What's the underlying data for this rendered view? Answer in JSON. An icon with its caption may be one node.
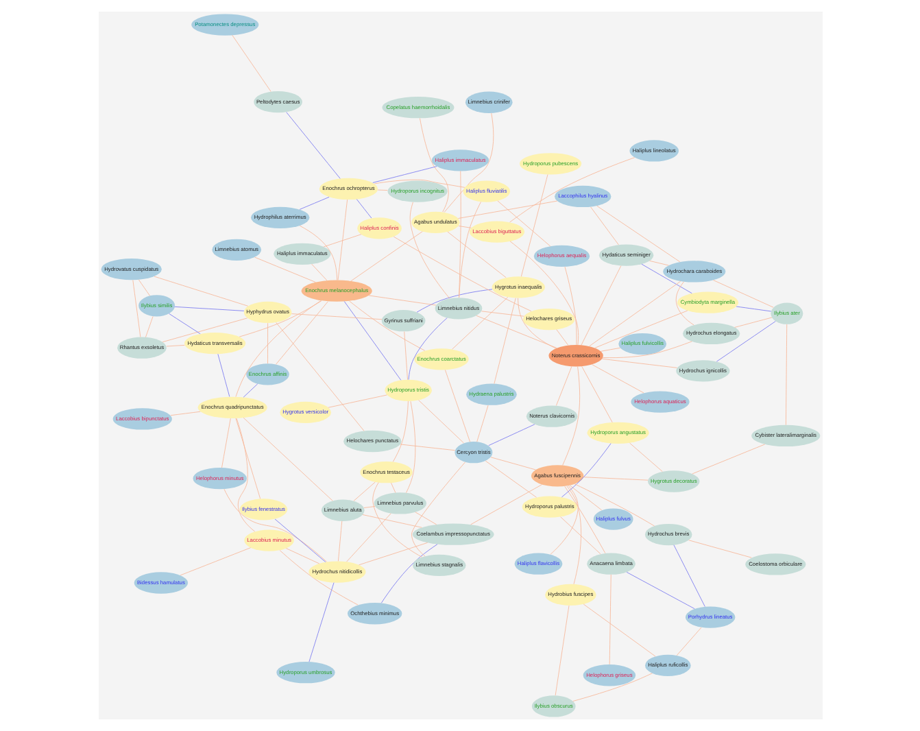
{
  "diagram": {
    "nodes": [
      {
        "text": [
          "Bidessus hamulatus"
        ]
      },
      {
        "text": [
          "Laccobius minutus"
        ]
      },
      {
        "text": [
          "Haliplus flavicollis"
        ]
      },
      {
        "text": [
          "Haliplus fulvus"
        ]
      },
      {
        "text": [
          "Limnebius aluta"
        ]
      },
      {
        "text": [
          "Ochthebius minimus"
        ]
      },
      {
        "text": [
          "Hydroporus umbrosus"
        ]
      },
      {
        "text": [
          "Anacaena limbata"
        ]
      },
      {
        "text": [
          "Ilybius obscurus"
        ]
      },
      {
        "text": [
          "Helophorus aquaticus"
        ]
      },
      {
        "text": [
          "Helophorus griseus"
        ]
      },
      {
        "text": [
          "Limnebius parvulus"
        ]
      },
      {
        "text": [
          "Coelambus impressopunctatus"
        ]
      },
      {
        "text": [
          "Laccobius bipunctatus"
        ]
      },
      {
        "text": [
          "Helophorus minutus"
        ]
      },
      {
        "text": [
          "Haliplus ruficollis"
        ]
      },
      {
        "text": [
          "Porhydrus lineatus"
        ]
      },
      {
        "text": [
          "Hydrochus nitidicollis"
        ]
      },
      {
        "text": [
          "Hygrotus versicolor"
        ]
      },
      {
        "text": [
          "Ilybius fenestratus"
        ]
      },
      {
        "text": [
          "Enochrus quadripunctatus"
        ]
      },
      {
        "text": [
          "Hydroporus angustatus"
        ]
      },
      {
        "text": [
          "Hydroporus palustris"
        ]
      },
      {
        "text": [
          "Coelostoma orbiculare"
        ]
      },
      {
        "text": [
          "Hydrochus brevis"
        ]
      },
      {
        "text": [
          "Hydroporus pubescens"
        ]
      },
      {
        "text": [
          "Limnebius stagnalis"
        ]
      },
      {
        "text": [
          "Enochrus testaceus"
        ]
      },
      {
        "text": [
          "Helochares punctatus"
        ]
      },
      {
        "text": [
          "Hydrobius fuscipes"
        ]
      },
      {
        "text": [
          "Agabus fuscipennis"
        ]
      },
      {
        "text": [
          "Cercyon tristis"
        ]
      },
      {
        "text": [
          "Enochrus coarctatus"
        ]
      },
      {
        "text": [
          "Hydroporus tristis"
        ]
      },
      {
        "text": [
          "Gyrinus suffriani"
        ]
      },
      {
        "text": [
          "Noterus clavicornis"
        ]
      },
      {
        "text": [
          "Hygrotus inaequalis"
        ]
      },
      {
        "text": [
          "Noterus crassicornis"
        ]
      },
      {
        "text": [
          "Limnebius nitidus"
        ]
      },
      {
        "text": [
          "Helochares griseus"
        ]
      },
      {
        "text": [
          "Hydraena palustris"
        ]
      },
      {
        "text": [
          "Cymbiodyta marginella"
        ]
      },
      {
        "text": [
          "Ilybius ater"
        ]
      },
      {
        "text": [
          "Hydaticus seminiger"
        ]
      },
      {
        "text": [
          "Hydrochus ignicollis"
        ]
      },
      {
        "text": [
          "Hydrochus elongatus"
        ]
      },
      {
        "text": [
          "Hygrotus decoratus"
        ]
      },
      {
        "text": [
          "Cybister lateralimarginalis"
        ]
      },
      {
        "text": [
          "Hydrochara caraboides"
        ]
      },
      {
        "text": [
          "Laccophilus hyalinus"
        ]
      },
      {
        "text": [
          "Laccobius biguttatus"
        ]
      },
      {
        "text": [
          "Agabus undulatus"
        ]
      },
      {
        "text": [
          "Haliplus lineolatus"
        ]
      },
      {
        "text": [
          "Copelatus haemorrhoidalis"
        ]
      },
      {
        "text": [
          "Limnebius crinifer"
        ]
      },
      {
        "text": [
          "Enochrus affinis"
        ]
      },
      {
        "text": [
          "Enochrus melanocephalus"
        ]
      },
      {
        "text": [
          "Hyphydrus ovatus"
        ]
      },
      {
        "text": [
          "Hydaticus transversalis"
        ]
      },
      {
        "text": [
          "Rhantus exsoletus"
        ]
      },
      {
        "text": [
          "Ilybius similis"
        ]
      },
      {
        "text": [
          "Hydrovatus cuspidatus"
        ]
      },
      {
        "text": [
          "Limnebius atomus"
        ]
      },
      {
        "text": [
          "Haliplus fluviatilis"
        ]
      },
      {
        "text": [
          "Helophorus aequalis"
        ]
      },
      {
        "text": [
          "Hydroporus incognitus"
        ]
      },
      {
        "text": [
          "Enochrus ochropterus"
        ]
      },
      {
        "text": [
          "Haliplus immaculatus"
        ]
      },
      {
        "text": [
          "Haliplus confinis"
        ]
      },
      {
        "text": [
          "Peltodytes caesus"
        ]
      },
      {
        "text": [
          "Hydrophilus aterrimus"
        ]
      },
      {
        "text": [
          "Haliplus immaculatus"
        ]
      },
      {
        "text": [
          "Haliplus fulvicollis"
        ]
      },
      {
        "text": [
          "Potamonectes depressus"
        ]
      }
    ],
    "edges": [
      {
        "from": 0,
        "to": 1,
        "arrow": "none"
      },
      {
        "from": 1,
        "to": 5,
        "arrow": "none"
      },
      {
        "from": 1,
        "to": 17,
        "arrow": "none"
      },
      {
        "from": 1,
        "to": 20,
        "arrow": "none"
      },
      {
        "from": 2,
        "to": 30,
        "arrow": "none"
      },
      {
        "from": 3,
        "to": 30,
        "arrow": "none"
      },
      {
        "from": 9,
        "to": 37,
        "arrow": "none"
      },
      {
        "from": 10,
        "to": 7,
        "arrow": "none"
      },
      {
        "from": 7,
        "to": 16,
        "arrow": "none",
        "color": "#7b7bf0"
      },
      {
        "from": 7,
        "to": 22,
        "arrow": "none"
      },
      {
        "from": 7,
        "to": 30,
        "arrow": "none"
      },
      {
        "from": 8,
        "to": 29,
        "arrow": "none"
      },
      {
        "from": 8,
        "to": 15,
        "arrow": "none"
      },
      {
        "from": 6,
        "to": 17,
        "arrow": "none",
        "color": "#7b7bf0"
      },
      {
        "from": 5,
        "to": 12,
        "arrow": "none",
        "color": "#7b7bf0"
      },
      {
        "from": 4,
        "to": 12,
        "arrow": "none"
      },
      {
        "from": 4,
        "to": 11,
        "arrow": "none"
      },
      {
        "from": 4,
        "to": 17,
        "arrow": "none"
      },
      {
        "from": 4,
        "to": 27,
        "arrow": "none"
      },
      {
        "from": 4,
        "to": 20,
        "arrow": "none"
      },
      {
        "from": 11,
        "to": 12,
        "arrow": "none"
      },
      {
        "from": 11,
        "to": 17,
        "arrow": "none"
      },
      {
        "from": 11,
        "to": 33,
        "arrow": "none"
      },
      {
        "from": 11,
        "to": 27,
        "arrow": "none"
      },
      {
        "from": 12,
        "to": 17,
        "arrow": "none"
      },
      {
        "from": 12,
        "to": 30,
        "arrow": "none"
      },
      {
        "from": 13,
        "to": 20,
        "arrow": "none"
      },
      {
        "from": 14,
        "to": 20,
        "arrow": "none"
      },
      {
        "from": 14,
        "to": 17,
        "arrow": "none"
      },
      {
        "from": 17,
        "to": 19,
        "arrow": "none",
        "color": "#7b7bf0"
      },
      {
        "from": 19,
        "to": 20,
        "arrow": "none"
      },
      {
        "from": 18,
        "to": 33,
        "arrow": "none"
      },
      {
        "from": 20,
        "to": 55,
        "arrow": "none",
        "color": "#7b7bf0"
      },
      {
        "from": 20,
        "to": 58,
        "arrow": "none",
        "color": "#7b7bf0"
      },
      {
        "from": 20,
        "to": 56,
        "arrow": "none"
      },
      {
        "from": 46,
        "to": 21,
        "arrow": "none"
      },
      {
        "from": 46,
        "to": 30,
        "arrow": "none"
      },
      {
        "from": 46,
        "to": 47,
        "arrow": "none"
      },
      {
        "from": 47,
        "to": 42,
        "arrow": "none"
      },
      {
        "from": 48,
        "to": 42,
        "arrow": "none"
      },
      {
        "from": 48,
        "to": 43,
        "arrow": "none"
      },
      {
        "from": 48,
        "to": 45,
        "arrow": "none"
      },
      {
        "from": 48,
        "to": 49,
        "arrow": "none"
      },
      {
        "from": 48,
        "to": 37,
        "arrow": "none"
      },
      {
        "from": 49,
        "to": 51,
        "arrow": "none"
      },
      {
        "from": 49,
        "to": 43,
        "arrow": "none"
      },
      {
        "from": 50,
        "to": 52,
        "arrow": "none"
      },
      {
        "from": 50,
        "to": 37,
        "arrow": "none"
      },
      {
        "from": 50,
        "to": 51,
        "arrow": "none"
      },
      {
        "from": 51,
        "to": 53,
        "arrow": "none"
      },
      {
        "from": 51,
        "to": 54,
        "arrow": "none"
      },
      {
        "from": 51,
        "to": 36,
        "arrow": "none"
      },
      {
        "from": 51,
        "to": 56,
        "arrow": "none"
      },
      {
        "from": 22,
        "to": 31,
        "arrow": "none"
      },
      {
        "from": 24,
        "to": 16,
        "arrow": "none",
        "color": "#7b7bf0"
      },
      {
        "from": 29,
        "to": 30,
        "arrow": "none"
      },
      {
        "from": 30,
        "to": 37,
        "arrow": "none"
      },
      {
        "from": 30,
        "to": 31,
        "arrow": "none"
      },
      {
        "from": 31,
        "to": 33,
        "arrow": "none"
      },
      {
        "from": 33,
        "to": 34,
        "arrow": "none"
      },
      {
        "from": 33,
        "to": 56,
        "arrow": "none",
        "color": "#7b7bf0"
      },
      {
        "from": 35,
        "to": 37,
        "arrow": "none"
      },
      {
        "from": 36,
        "to": 37,
        "arrow": "none"
      },
      {
        "from": 37,
        "to": 38,
        "arrow": "none"
      },
      {
        "from": 37,
        "to": 39,
        "arrow": "none"
      },
      {
        "from": 38,
        "to": 56,
        "arrow": "none"
      },
      {
        "from": 41,
        "to": 42,
        "arrow": "none",
        "color": "#7b7bf0"
      },
      {
        "from": 41,
        "to": 43,
        "arrow": "none",
        "color": "#7b7bf0"
      },
      {
        "from": 41,
        "to": 37,
        "arrow": "none"
      },
      {
        "from": 42,
        "to": 44,
        "arrow": "none",
        "color": "#7b7bf0"
      },
      {
        "from": 43,
        "to": 37,
        "arrow": "none"
      },
      {
        "from": 44,
        "to": 37,
        "arrow": "none"
      },
      {
        "from": 45,
        "to": 37,
        "arrow": "none"
      },
      {
        "from": 36,
        "to": 40,
        "arrow": "none"
      },
      {
        "from": 38,
        "to": 33,
        "arrow": "none",
        "color": "#7b7bf0"
      },
      {
        "from": 34,
        "to": 57,
        "arrow": "none"
      },
      {
        "from": 57,
        "to": 60,
        "arrow": "none",
        "color": "#7b7bf0"
      },
      {
        "from": 58,
        "to": 60,
        "arrow": "none",
        "color": "#7b7bf0"
      },
      {
        "from": 58,
        "to": 59,
        "arrow": "none"
      },
      {
        "from": 59,
        "to": 60,
        "arrow": "none"
      },
      {
        "from": 59,
        "to": 61,
        "arrow": "none"
      },
      {
        "from": 60,
        "to": 61,
        "arrow": "none"
      },
      {
        "from": 57,
        "to": 59,
        "arrow": "none"
      },
      {
        "from": 58,
        "to": 56,
        "arrow": "none"
      },
      {
        "from": 55,
        "to": 56,
        "arrow": "none"
      },
      {
        "from": 55,
        "to": 57,
        "arrow": "none"
      },
      {
        "from": 56,
        "to": 62,
        "arrow": "none"
      },
      {
        "from": 56,
        "to": 66,
        "arrow": "none"
      },
      {
        "from": 56,
        "to": 67,
        "arrow": "none"
      },
      {
        "from": 57,
        "to": 61,
        "arrow": "none"
      },
      {
        "from": 63,
        "to": 66,
        "arrow": "none"
      },
      {
        "from": 64,
        "to": 37,
        "arrow": "none"
      },
      {
        "from": 65,
        "to": 66,
        "arrow": "none"
      },
      {
        "from": 66,
        "to": 71,
        "arrow": "none",
        "color": "#7b7bf0"
      },
      {
        "from": 66,
        "to": 69,
        "arrow": "none",
        "color": "#7b7bf0"
      },
      {
        "from": 66,
        "to": 70,
        "arrow": "none",
        "color": "#7b7bf0"
      },
      {
        "from": 66,
        "to": 68,
        "arrow": "none",
        "color": "#7b7bf0"
      },
      {
        "from": 67,
        "to": 68,
        "arrow": "none"
      },
      {
        "from": 69,
        "to": 73,
        "arrow": "none"
      },
      {
        "from": 71,
        "to": 38,
        "arrow": "none"
      },
      {
        "from": 72,
        "to": 37,
        "arrow": "none"
      },
      {
        "from": 63,
        "to": 38,
        "arrow": "none"
      },
      {
        "from": 68,
        "to": 39,
        "arrow": "none"
      },
      {
        "from": 23,
        "to": 24,
        "arrow": "none"
      },
      {
        "from": 24,
        "to": 30,
        "arrow": "none"
      },
      {
        "from": 25,
        "to": 36,
        "arrow": "none"
      },
      {
        "from": 26,
        "to": 31,
        "arrow": "none"
      },
      {
        "from": 27,
        "to": 33,
        "arrow": "none"
      },
      {
        "from": 28,
        "to": 31,
        "arrow": "none"
      },
      {
        "from": 32,
        "to": 31,
        "arrow": "none"
      },
      {
        "from": 32,
        "to": 36,
        "arrow": "none"
      },
      {
        "from": 35,
        "to": 31,
        "arrow": "none",
        "color": "#7b7bf0"
      },
      {
        "from": 39,
        "to": 38,
        "arrow": "none"
      },
      {
        "from": 40,
        "to": 31,
        "arrow": "none"
      },
      {
        "from": 45,
        "to": 42,
        "arrow": "none"
      },
      {
        "from": 34,
        "to": 36,
        "arrow": "none",
        "color": "#7b7bf0"
      },
      {
        "from": 16,
        "to": 15,
        "arrow": "none"
      },
      {
        "from": 15,
        "to": 29,
        "arrow": "none"
      },
      {
        "from": 21,
        "to": 22,
        "arrow": "none",
        "color": "#7b7bf0"
      },
      {
        "from": 21,
        "to": 37,
        "arrow": "none"
      },
      {
        "from": 26,
        "to": 27,
        "arrow": "none"
      },
      {
        "from": 28,
        "to": 57,
        "arrow": "none"
      },
      {
        "from": 32,
        "to": 56,
        "arrow": "none"
      },
      {
        "from": 64,
        "to": 63,
        "arrow": "none"
      },
      {
        "from": 65,
        "to": 38,
        "arrow": "none"
      },
      {
        "from": 70,
        "to": 56,
        "arrow": "none"
      }
    ]
  }
}
